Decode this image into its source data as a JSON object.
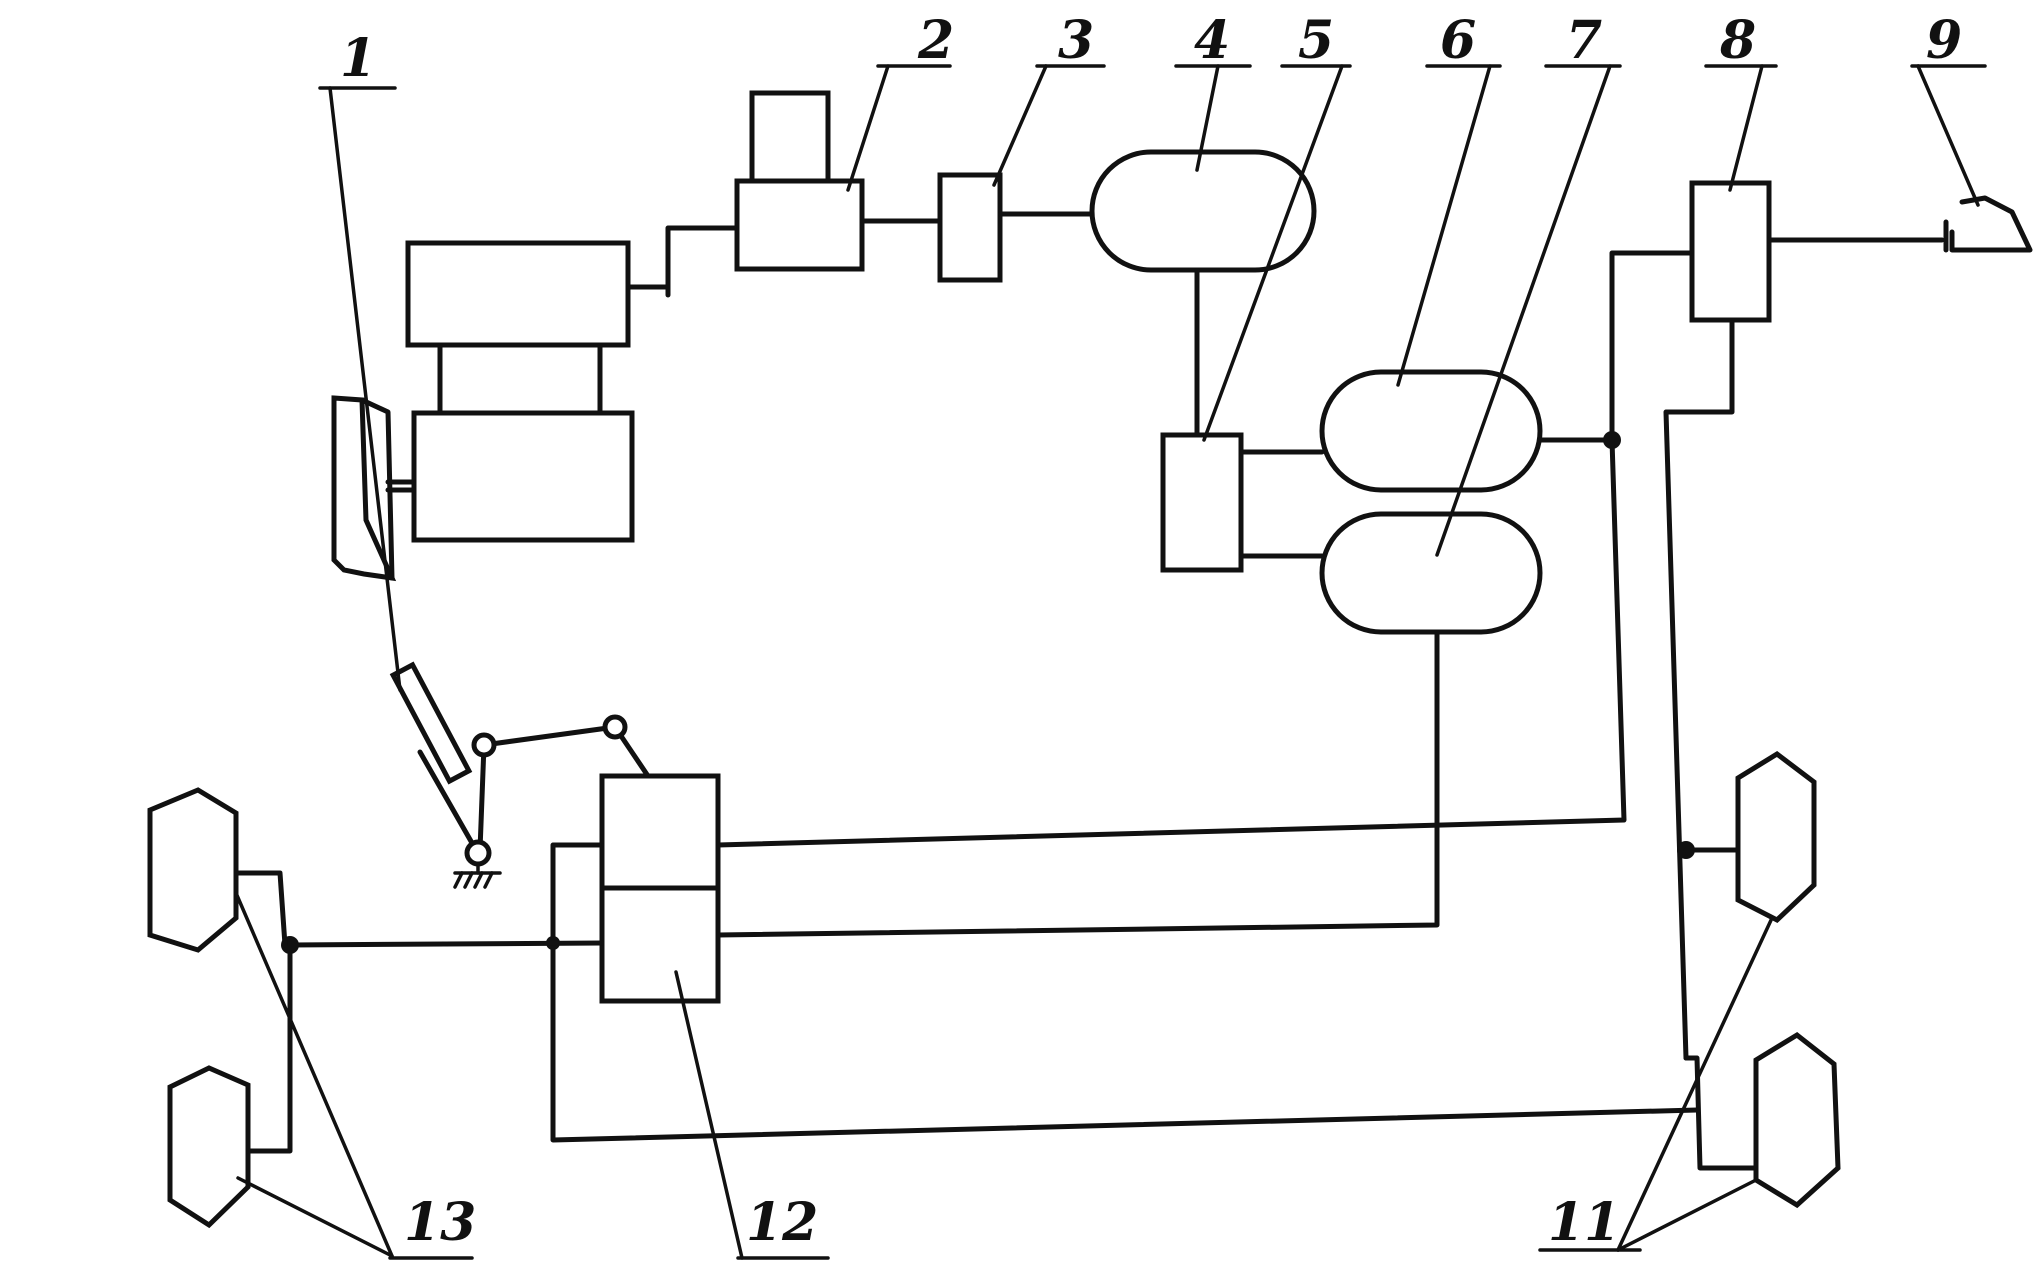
{
  "diagram": {
    "labels": {
      "l1": "1",
      "l2": "2",
      "l3": "3",
      "l4": "4",
      "l5": "5",
      "l6": "6",
      "l7": "7",
      "l8": "8",
      "l9": "9",
      "l11": "11",
      "l12": "12",
      "l13": "13"
    }
  },
  "colors": {
    "ink": "#111111",
    "paper": "#ffffff"
  }
}
